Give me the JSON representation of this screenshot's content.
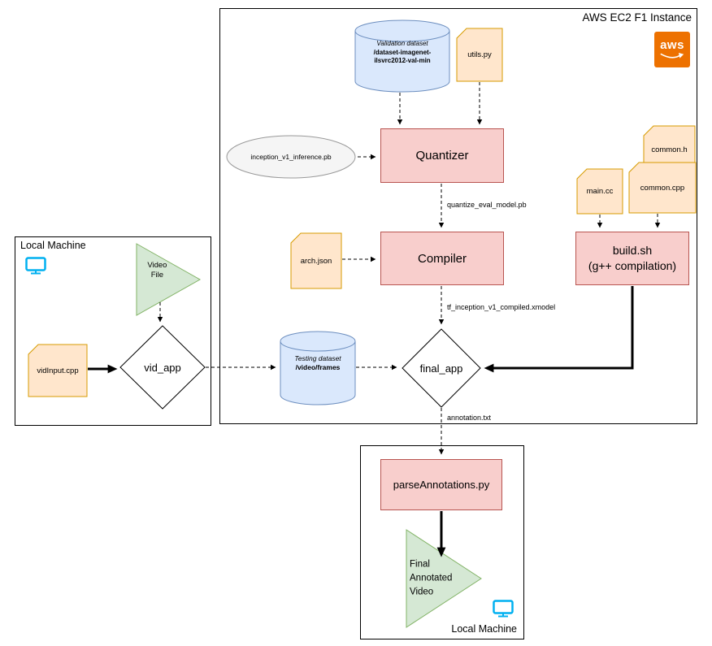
{
  "colors": {
    "red_fill": "#f8cecc",
    "red_stroke": "#b85450",
    "tan_fill": "#ffe6cc",
    "tan_stroke": "#d79b00",
    "blue_fill": "#dae8fc",
    "blue_stroke": "#6c8ebf",
    "green_fill": "#d5e8d4",
    "green_stroke": "#82b366",
    "gray_fill": "#f5f5f5",
    "gray_stroke": "#999999",
    "frame_stroke": "#000000",
    "aws_orange": "#ed7100",
    "monitor_blue": "#00b0f0",
    "text": "#000000"
  },
  "frames": {
    "aws": {
      "title": "AWS EC2 F1 Instance",
      "logo_label": "aws"
    },
    "local_left": {
      "title": "Local Machine"
    },
    "local_bottom": {
      "title": "Local Machine"
    }
  },
  "nodes": {
    "validation_dataset": {
      "title": "Validation dataset",
      "path1": "/dataset-imagenet-",
      "path2": "ilsvrc2012-val-min"
    },
    "utils_py": {
      "label": "utils.py"
    },
    "inception_model": {
      "label": "inception_v1_inference.pb"
    },
    "quantizer": {
      "label": "Quantizer"
    },
    "common_h": {
      "label": "common.h"
    },
    "common_cpp": {
      "label": "common.cpp"
    },
    "main_cc": {
      "label": "main.cc"
    },
    "build_sh": {
      "line1": "build.sh",
      "line2": "(g++ compilation)"
    },
    "arch_json": {
      "label": "arch.json"
    },
    "compiler": {
      "label": "Compiler"
    },
    "testing_dataset": {
      "title": "Testing dataset",
      "path1": "/video/frames"
    },
    "final_app": {
      "label": "final_app"
    },
    "video_file": {
      "line1": "Video",
      "line2": "File"
    },
    "vid_app": {
      "label": "vid_app"
    },
    "vidinput_cpp": {
      "label": "vidInput.cpp"
    },
    "parse_annotations": {
      "label": "parseAnnotations.py"
    },
    "final_video": {
      "line1": "Final",
      "line2": "Annotated",
      "line3": "Video"
    }
  },
  "edge_labels": {
    "quantize_eval_model": "quantize_eval_model.pb",
    "compiled_xmodel": "tf_inception_v1_compiled.xmodel",
    "annotation_txt": "annotation.txt"
  }
}
